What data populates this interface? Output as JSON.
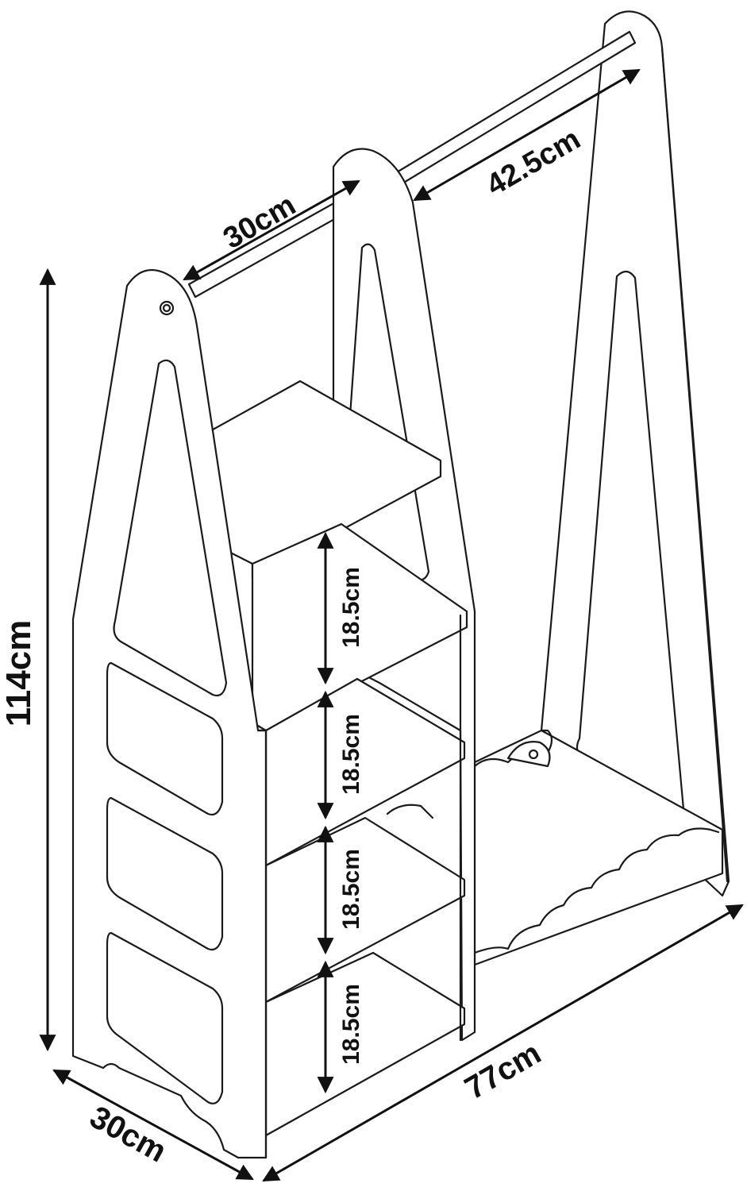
{
  "dimensions": {
    "height": "114cm",
    "width": "77cm",
    "depth": "30cm",
    "rail_short": "30cm",
    "rail_long": "42.5cm",
    "shelf_spacing": [
      "18.5cm",
      "18.5cm",
      "18.5cm",
      "18.5cm"
    ]
  },
  "colors": {
    "line": "#1a1a1a",
    "background": "#ffffff"
  }
}
